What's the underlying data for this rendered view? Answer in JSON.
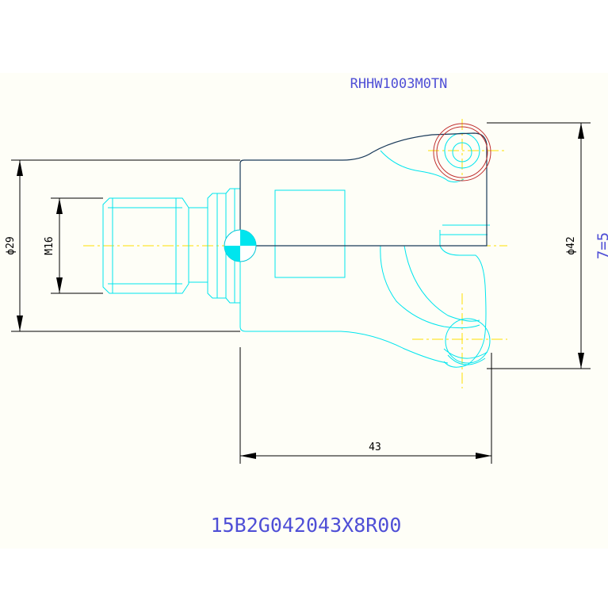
{
  "drawing": {
    "top_label": "RHHW1003M0TN",
    "bottom_label": "15B2G042043X8R00",
    "side_label": "7=5"
  },
  "dimensions": {
    "diameter_29": "ϕ29",
    "thread_m16": "M16",
    "diameter_42": "ϕ42",
    "length_43": "43"
  },
  "colors": {
    "background": "#ffffff",
    "panel": "#fefef7",
    "outline": "#00e5ee",
    "centerline": "#ffe000",
    "dimension": "#000000",
    "label": "#4f4fd6",
    "insert_circle": "#c03030",
    "body_edge": "#1a3a5a"
  }
}
